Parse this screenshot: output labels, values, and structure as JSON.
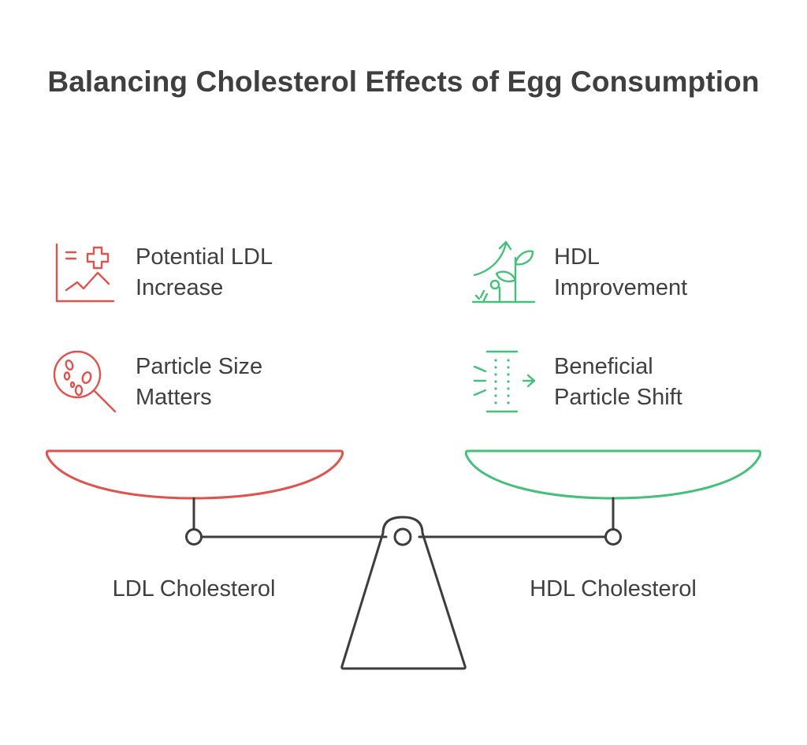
{
  "title": "Balancing Cholesterol Effects of Egg Consumption",
  "left": {
    "scale_label": "LDL Cholesterol",
    "color": "#e0524d",
    "items": [
      {
        "line1": "Potential LDL",
        "line2": "Increase",
        "icon": "chart-medical-icon"
      },
      {
        "line1": "Particle Size",
        "line2": "Matters",
        "icon": "magnifier-particles-icon"
      }
    ]
  },
  "right": {
    "scale_label": "HDL Cholesterol",
    "color": "#45c07a",
    "items": [
      {
        "line1": "HDL",
        "line2": "Improvement",
        "icon": "growing-plant-icon"
      },
      {
        "line1": "Beneficial",
        "line2": "Particle Shift",
        "icon": "particle-filter-icon"
      }
    ]
  },
  "scale_color": "#3d3d3d"
}
